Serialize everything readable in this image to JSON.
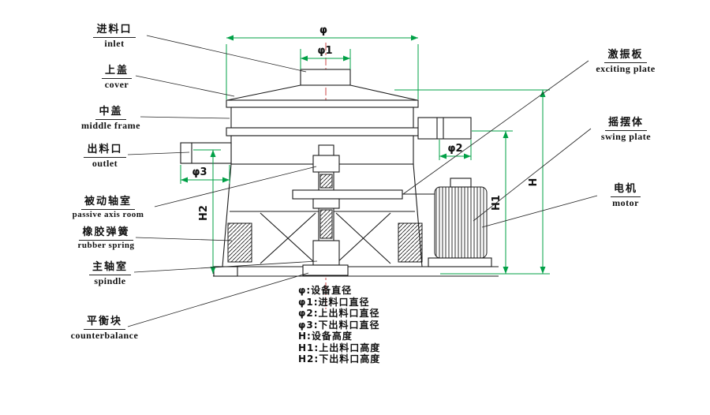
{
  "colors": {
    "background": "#ffffff",
    "line": "#1a1a1a",
    "dimension": "#00a046",
    "centerline": "#cc4444"
  },
  "parts_left": [
    {
      "zh": "进料口",
      "en": "inlet"
    },
    {
      "zh": "上盖",
      "en": "cover"
    },
    {
      "zh": "中盖",
      "en": "middle frame"
    },
    {
      "zh": "出料口",
      "en": "outlet"
    },
    {
      "zh": "被动轴室",
      "en": "passive axis room"
    },
    {
      "zh": "橡胶弹簧",
      "en": "rubber spring"
    },
    {
      "zh": "主轴室",
      "en": "spindle"
    },
    {
      "zh": "平衡块",
      "en": "counterbalance"
    }
  ],
  "parts_right": [
    {
      "zh": "激振板",
      "en": "exciting plate"
    },
    {
      "zh": "摇摆体",
      "en": "swing plate"
    },
    {
      "zh": "电机",
      "en": "motor"
    }
  ],
  "dims": {
    "phi": "φ",
    "phi1": "φ1",
    "phi2": "φ2",
    "phi3": "φ3",
    "h": "H",
    "h1": "H1",
    "h2": "H2"
  },
  "legend": [
    "φ:设备直径",
    "φ1:进料口直径",
    "φ2:上出料口直径",
    "φ3:下出料口直径",
    "H:设备高度",
    "H1:上出料口高度",
    "H2:下出料口高度"
  ]
}
